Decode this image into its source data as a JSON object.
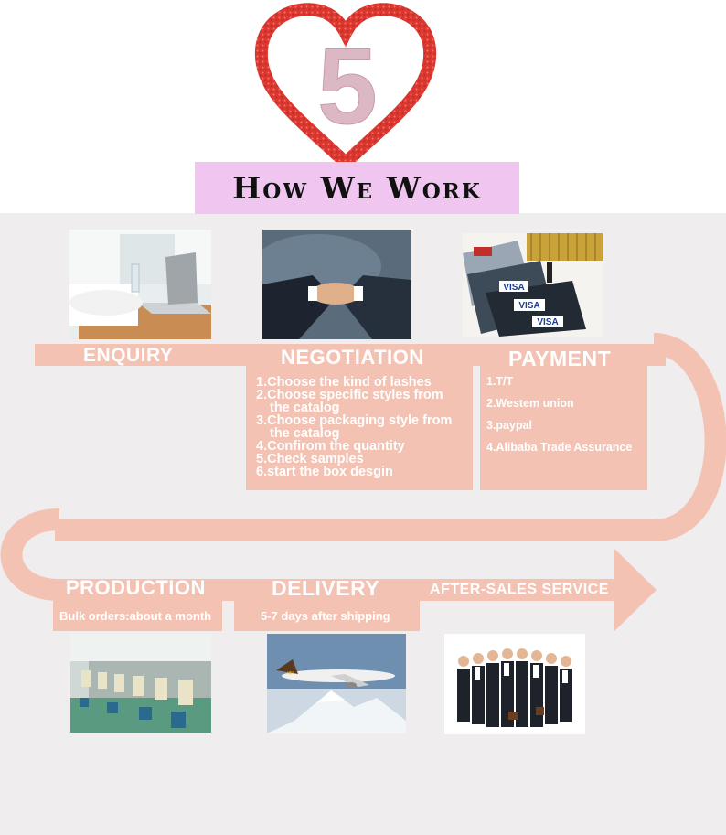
{
  "header": {
    "number": "5",
    "title": "How We Work"
  },
  "steps": {
    "enquiry": {
      "label": "ENQUIRY"
    },
    "negotiation": {
      "label": "NEGOTIATION",
      "items": [
        "1.Choose the kind of lashes",
        "2.Choose specific styles from",
        "the catalog",
        "3.Choose packaging style from",
        "the catalog",
        "4.Confirom the quantity",
        "5.Check samples",
        "6.start the box desgin"
      ]
    },
    "payment": {
      "label": "PAYMENT",
      "items": [
        "1.T/T",
        "2.Westem union",
        "3.paypal",
        "4.Alibaba Trade Assurance"
      ]
    },
    "production": {
      "label": "PRODUCTION",
      "detail": "Bulk orders:about a month"
    },
    "delivery": {
      "label": "DELIVERY",
      "detail": "5-7 days after shipping"
    },
    "after_sales": {
      "label": "AFTER-SALES SERVICE"
    }
  },
  "images": {
    "enquiry": "laptop-typing-photo",
    "negotiation": "handshake-photo",
    "payment": "visa-cards-photo",
    "production": "factory-workers-photo",
    "delivery": "cargo-plane-photo",
    "after_sales": "business-team-photo"
  },
  "colors": {
    "flow_band": "#f4c2b3",
    "title_band": "#f0c5f0",
    "heart": "#d9372f",
    "number": "#dcb8c4",
    "background": "#efeded"
  }
}
